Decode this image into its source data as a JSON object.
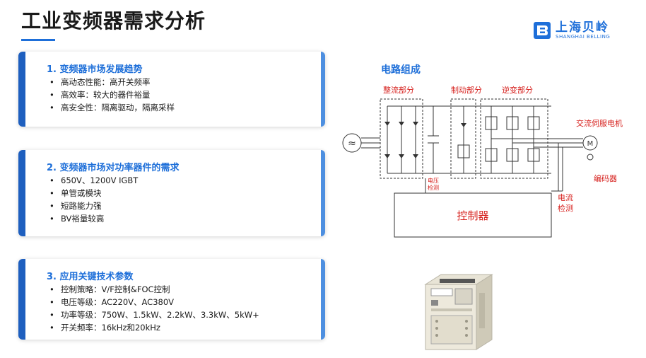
{
  "header": {
    "title": "工业变频器需求分析"
  },
  "logo": {
    "cn": "上海贝岭",
    "en": "SHANGHAI BELLING"
  },
  "cards": [
    {
      "title": "1.  变频器市场发展趋势",
      "items": [
        "高动态性能：高开关频率",
        "高效率：较大的器件裕量",
        "高安全性：隔离驱动，隔离采样"
      ]
    },
    {
      "title": "2. 变频器市场对功率器件的需求",
      "items": [
        "650V、1200V IGBT",
        "单管或模块",
        "短路能力强",
        "BV裕量较高"
      ]
    },
    {
      "title": "3. 应用关键技术参数",
      "items": [
        "控制策略：V/F控制&FOC控制",
        "电压等级：AC220V、AC380V",
        "功率等级：750W、1.5kW、2.2kW、3.3kW、5kW+",
        "开关频率：16kHz和20kHz"
      ]
    }
  ],
  "circuit": {
    "heading": "电路组成",
    "labels": {
      "rectifier": "整流部分",
      "brake": "制动部分",
      "inverter": "逆变部分",
      "motor": "交流伺服电机",
      "encoder": "编码器",
      "voltage_detect_1": "电压",
      "voltage_detect_2": "检测",
      "current_detect_1": "电流",
      "current_detect_2": "检测",
      "controller": "控制器",
      "motor_symbol": "M",
      "ac_symbol": "≈"
    }
  }
}
